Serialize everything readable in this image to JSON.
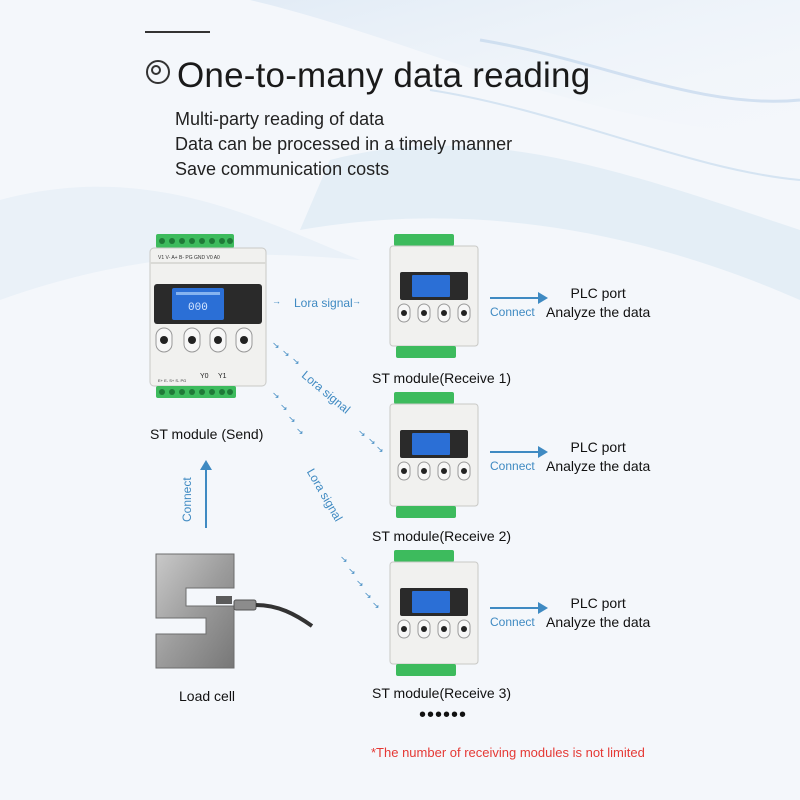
{
  "header": {
    "title": "One-to-many data reading",
    "features": [
      "Multi-party reading of data",
      "Data can be processed in a timely manner",
      "Save communication costs"
    ]
  },
  "sender": {
    "label": "ST module (Send)",
    "terminals_top": "V1  V-  A+  B-  PG  GND V0  A0",
    "terminals_bottom": "E+  E-  S+  S-  PG",
    "outputs": [
      "Y0",
      "Y1"
    ],
    "display": "000"
  },
  "receivers": [
    {
      "label": "ST module(Receive 1)",
      "plc": [
        "PLC port",
        "Analyze the data"
      ],
      "connect": "Connect"
    },
    {
      "label": "ST module(Receive 2)",
      "plc": [
        "PLC port",
        "Analyze the data"
      ],
      "connect": "Connect"
    },
    {
      "label": "ST module(Receive 3)",
      "plc": [
        "PLC port",
        "Analyze the data"
      ],
      "connect": "Connect"
    }
  ],
  "signals": {
    "lora_1": "Lora signal",
    "lora_2": "Lora signal",
    "lora_3": "Lora signal",
    "connect_sensor": "Connect"
  },
  "sensor": {
    "label": "Load cell"
  },
  "more": "••••••",
  "note": "*The number of receiving modules is not limited",
  "colors": {
    "accent": "#3f8ac2",
    "note": "#e53935",
    "terminal": "#3dbb5d",
    "lcd": "#2b6fd6"
  }
}
